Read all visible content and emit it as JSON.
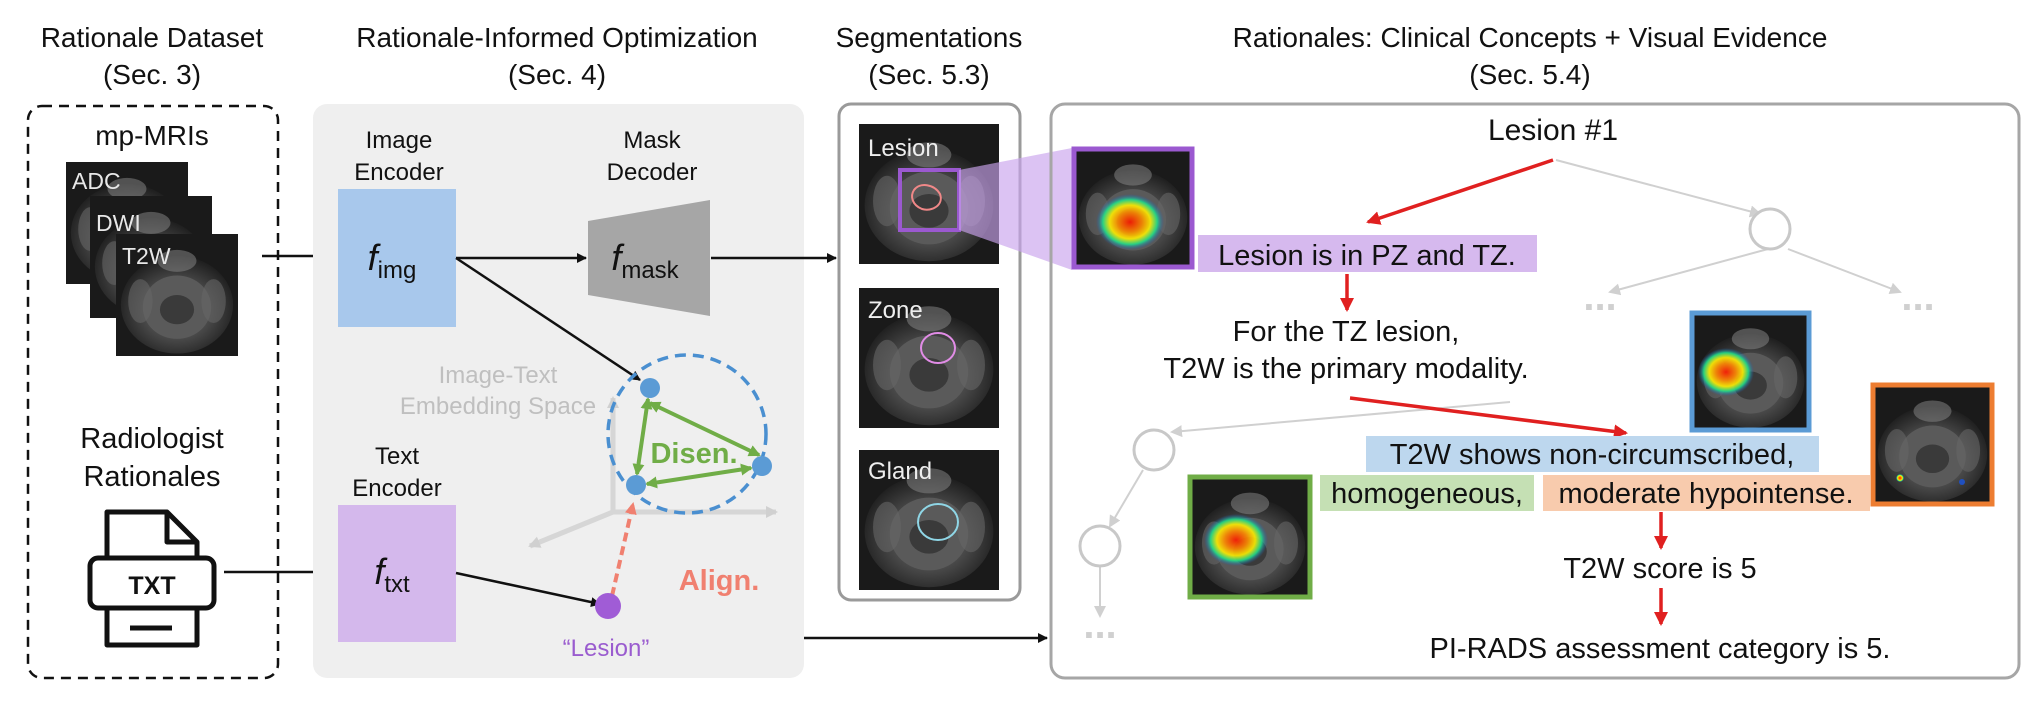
{
  "sections": {
    "dataset_title": "Rationale Dataset",
    "dataset_sec": "(Sec. 3)",
    "optim_title": "Rationale-Informed Optimization",
    "optim_sec": "(Sec. 4)",
    "seg_title": "Segmentations",
    "seg_sec": "(Sec. 5.3)",
    "rat_title": "Rationales: Clinical Concepts + Visual Evidence",
    "rat_sec": "(Sec. 5.4)"
  },
  "dataset": {
    "mri_title": "mp-MRIs",
    "slices": [
      "ADC",
      "DWI",
      "T2W"
    ],
    "radiologist_line1": "Radiologist",
    "radiologist_line2": "Rationales",
    "file_label": "TXT"
  },
  "optimization": {
    "image_encoder_line1": "Image",
    "image_encoder_line2": "Encoder",
    "f_img_main": "f",
    "f_img_sub": "img",
    "mask_decoder_line1": "Mask",
    "mask_decoder_line2": "Decoder",
    "f_mask_main": "f",
    "f_mask_sub": "mask",
    "text_encoder_line1": "Text",
    "text_encoder_line2": "Encoder",
    "f_txt_main": "f",
    "f_txt_sub": "txt",
    "embedding_line1": "Image-Text",
    "embedding_line2": "Embedding Space",
    "disen": "Disen.",
    "align": "Align.",
    "lesion_point": "“Lesion”"
  },
  "segmentations": [
    "Lesion",
    "Zone",
    "Gland"
  ],
  "rationales": {
    "root": "Lesion #1",
    "node1": "Lesion is in PZ and TZ.",
    "node2_line1": "For the TZ lesion,",
    "node2_line2": "T2W is the primary modality.",
    "node3_part1": "T2W shows non-circumscribed,",
    "node3_part2": "homogeneous,",
    "node3_part3": "moderate hypointense.",
    "node4": "T2W score is 5",
    "node5": "PI-RADS assessment category is 5.",
    "ellipsis": "..."
  },
  "colors": {
    "blue": "#a8c8ec",
    "purple": "#d4b8ec",
    "gray_box": "#a6a6a6",
    "panel_bg": "#efefef",
    "green": "#70ad47",
    "red": "#e02020",
    "salmon": "#f08070",
    "orange": "#ed7d31",
    "hl_purple": "#d6b9ee",
    "hl_blue": "#bdd7ee",
    "hl_green": "#c5e0b4",
    "hl_orange": "#f8cbad"
  }
}
